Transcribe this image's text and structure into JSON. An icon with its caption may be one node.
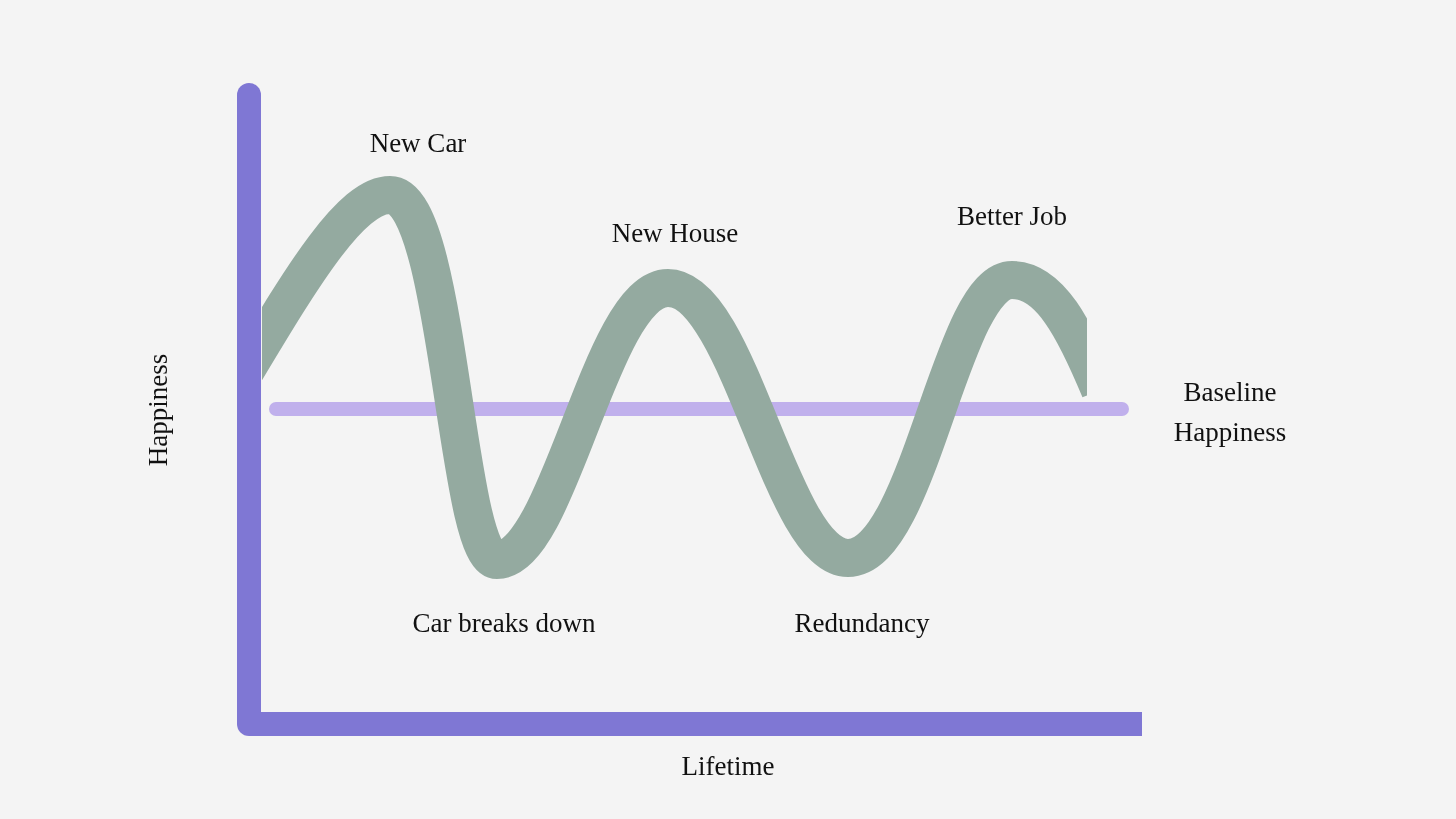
{
  "diagram": {
    "labels": [
      "New Car",
      "Better Job",
      "New House",
      "Baseline Happiness",
      "Happiness",
      "Car breaks down",
      "Redundancy",
      "Lifetime"
    ]
  }
}
